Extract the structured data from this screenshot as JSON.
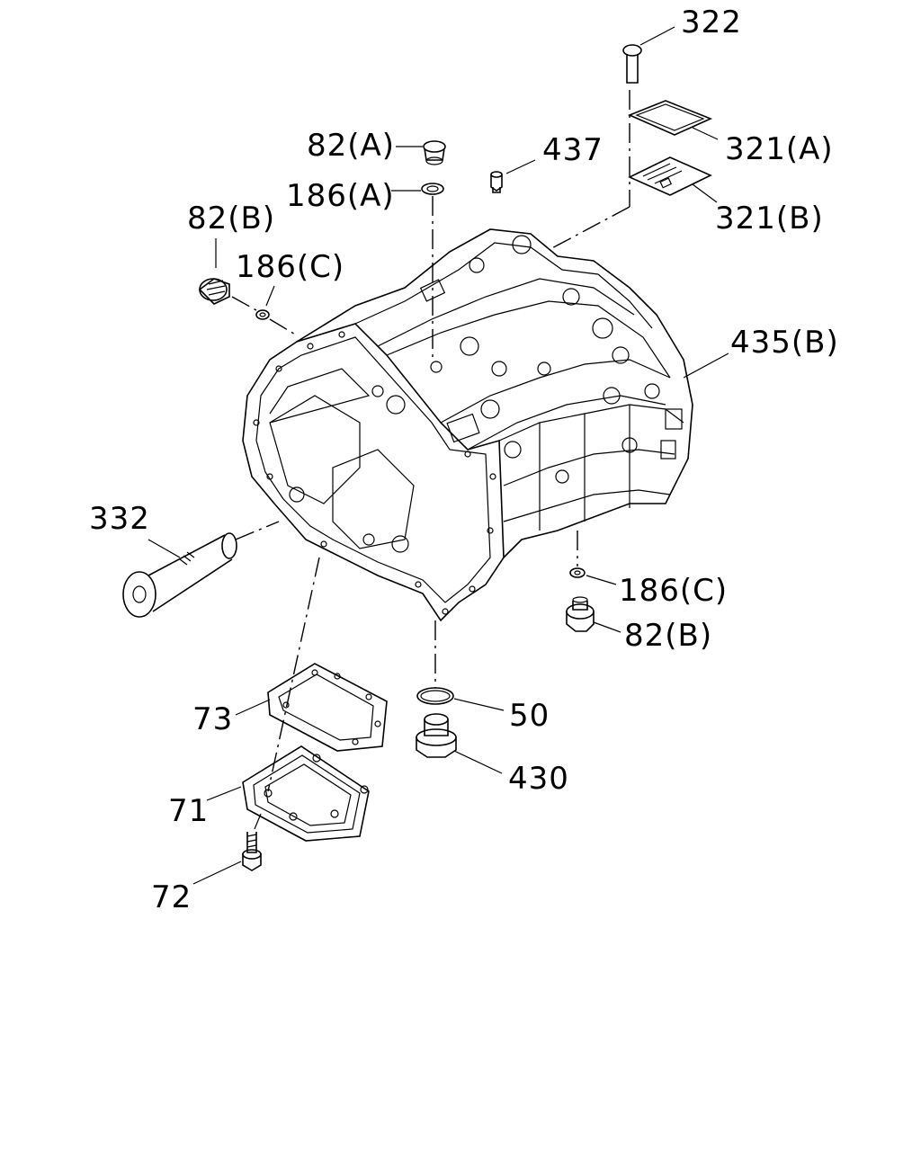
{
  "diagram": {
    "parts": [
      {
        "id": "322",
        "label": "322"
      },
      {
        "id": "321A",
        "label": "321(A)"
      },
      {
        "id": "321B",
        "label": "321(B)"
      },
      {
        "id": "82A",
        "label": "82(A)"
      },
      {
        "id": "186A",
        "label": "186(A)"
      },
      {
        "id": "437",
        "label": "437"
      },
      {
        "id": "82B_top",
        "label": "82(B)"
      },
      {
        "id": "186C_top",
        "label": "186(C)"
      },
      {
        "id": "435B",
        "label": "435(B)"
      },
      {
        "id": "332",
        "label": "332"
      },
      {
        "id": "186C_bottom",
        "label": "186(C)"
      },
      {
        "id": "82B_bottom",
        "label": "82(B)"
      },
      {
        "id": "50",
        "label": "50"
      },
      {
        "id": "430",
        "label": "430"
      },
      {
        "id": "73",
        "label": "73"
      },
      {
        "id": "71",
        "label": "71"
      },
      {
        "id": "72",
        "label": "72"
      }
    ]
  }
}
